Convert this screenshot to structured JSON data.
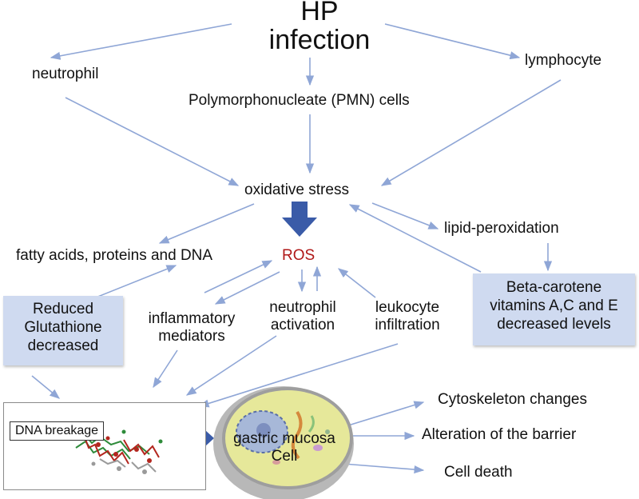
{
  "title": {
    "line1": "HP",
    "line2": "infection"
  },
  "nodes": {
    "neutrophil": "neutrophil",
    "lymphocyte": "lymphocyte",
    "pmn": "Polymorphonucleate (PMN) cells",
    "oxidative_stress": "oxidative stress",
    "lipid_peroxidation": "lipid-peroxidation",
    "fatty_acids": "fatty acids, proteins and DNA",
    "ros": "ROS",
    "inflammatory_mediators": [
      "inflammatory",
      "mediators"
    ],
    "neutrophil_activation": [
      "neutrophil",
      "activation"
    ],
    "leukocyte_infiltration": [
      "leukocyte",
      "infiltration"
    ],
    "glutathione_box": [
      "Reduced",
      "Glutathione",
      "decreased"
    ],
    "vitamins_box": [
      "Beta-carotene",
      "vitamins A,C and E",
      "decreased levels"
    ],
    "dna_breakage": "DNA breakage",
    "gastric_cell": [
      "gastric mucosa",
      "Cell"
    ],
    "cytoskeleton": "Cytoskeleton changes",
    "barrier": "Alteration of the barrier",
    "cell_death": "Cell death"
  },
  "colors": {
    "arrow": "#8fa6d6",
    "block_arrow": "#3a5ba8",
    "ros_text": "#b01818",
    "box_fill": "#cfdaf0"
  }
}
